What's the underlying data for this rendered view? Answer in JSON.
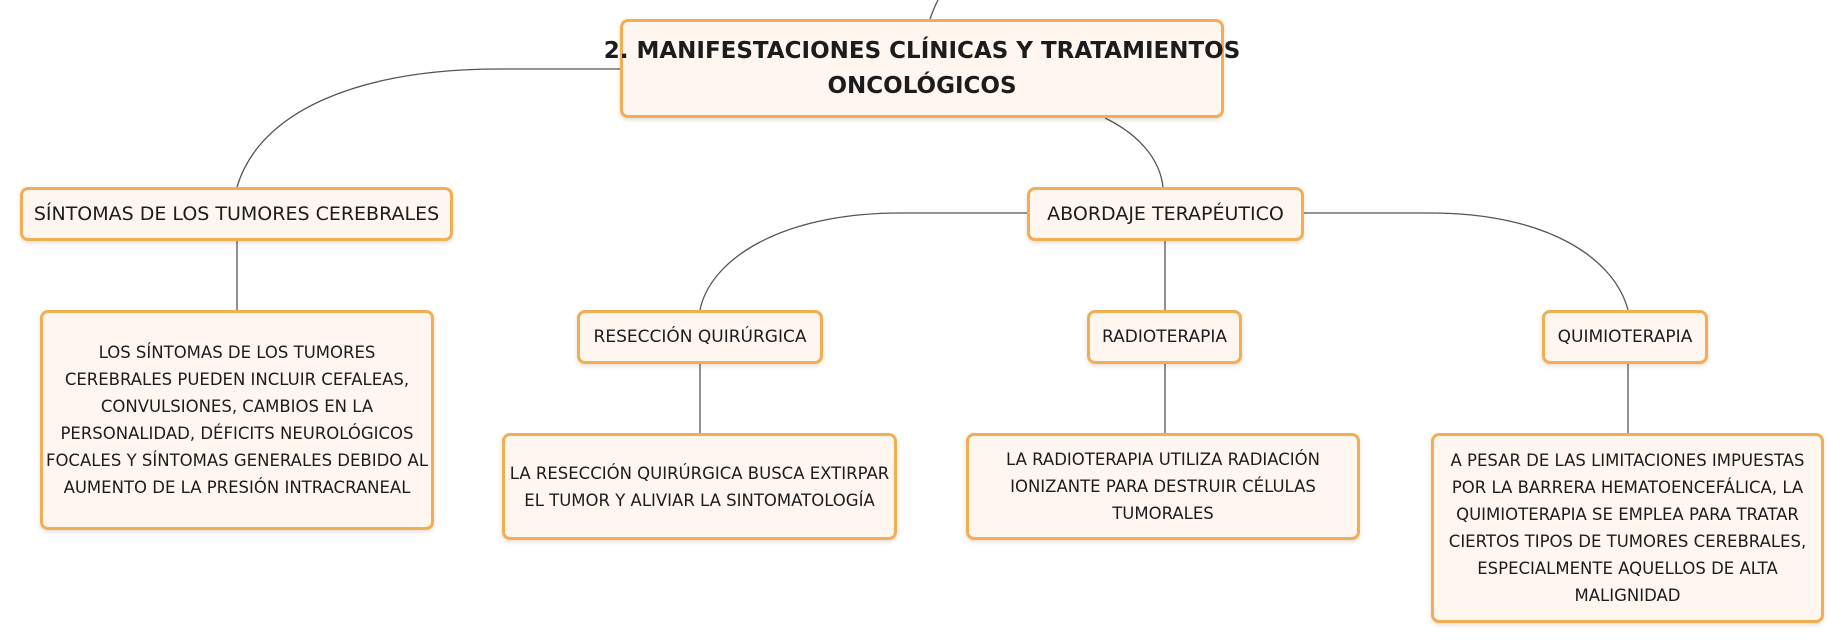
{
  "diagram": {
    "root": {
      "lines": [
        "2. MANIFESTACIONES CLÍNICAS Y TRATAMIENTOS",
        "ONCOLÓGICOS"
      ]
    },
    "sintomas": {
      "title": "SÍNTOMAS DE LOS TUMORES CEREBRALES",
      "detail_lines": [
        "LOS SÍNTOMAS DE LOS TUMORES",
        "CEREBRALES PUEDEN INCLUIR CEFALEAS,",
        "CONVULSIONES, CAMBIOS EN LA",
        "PERSONALIDAD, DÉFICITS NEUROLÓGICOS",
        "FOCALES Y SÍNTOMAS GENERALES DEBIDO AL",
        "AUMENTO DE LA PRESIÓN INTRACRANEAL"
      ]
    },
    "abordaje": {
      "title": "ABORDAJE TERAPÉUTICO"
    },
    "reseccion": {
      "title": "RESECCIÓN QUIRÚRGICA",
      "detail_lines": [
        "LA RESECCIÓN QUIRÚRGICA BUSCA EXTIRPAR",
        "EL TUMOR Y ALIVIAR LA SINTOMATOLOGÍA"
      ]
    },
    "radioterapia": {
      "title": "RADIOTERAPIA",
      "detail_lines": [
        "LA RADIOTERAPIA UTILIZA RADIACIÓN",
        "IONIZANTE PARA DESTRUIR CÉLULAS",
        "TUMORALES"
      ]
    },
    "quimioterapia": {
      "title": "QUIMIOTERAPIA",
      "detail_lines": [
        "A PESAR DE LAS LIMITACIONES IMPUESTAS",
        "POR LA BARRERA HEMATOENCEFÁLICA, LA",
        "QUIMIOTERAPIA SE EMPLEA PARA TRATAR",
        "CIERTOS TIPOS DE TUMORES CEREBRALES,",
        "ESPECIALMENTE AQUELLOS DE ALTA",
        "MALIGNIDAD"
      ]
    }
  }
}
